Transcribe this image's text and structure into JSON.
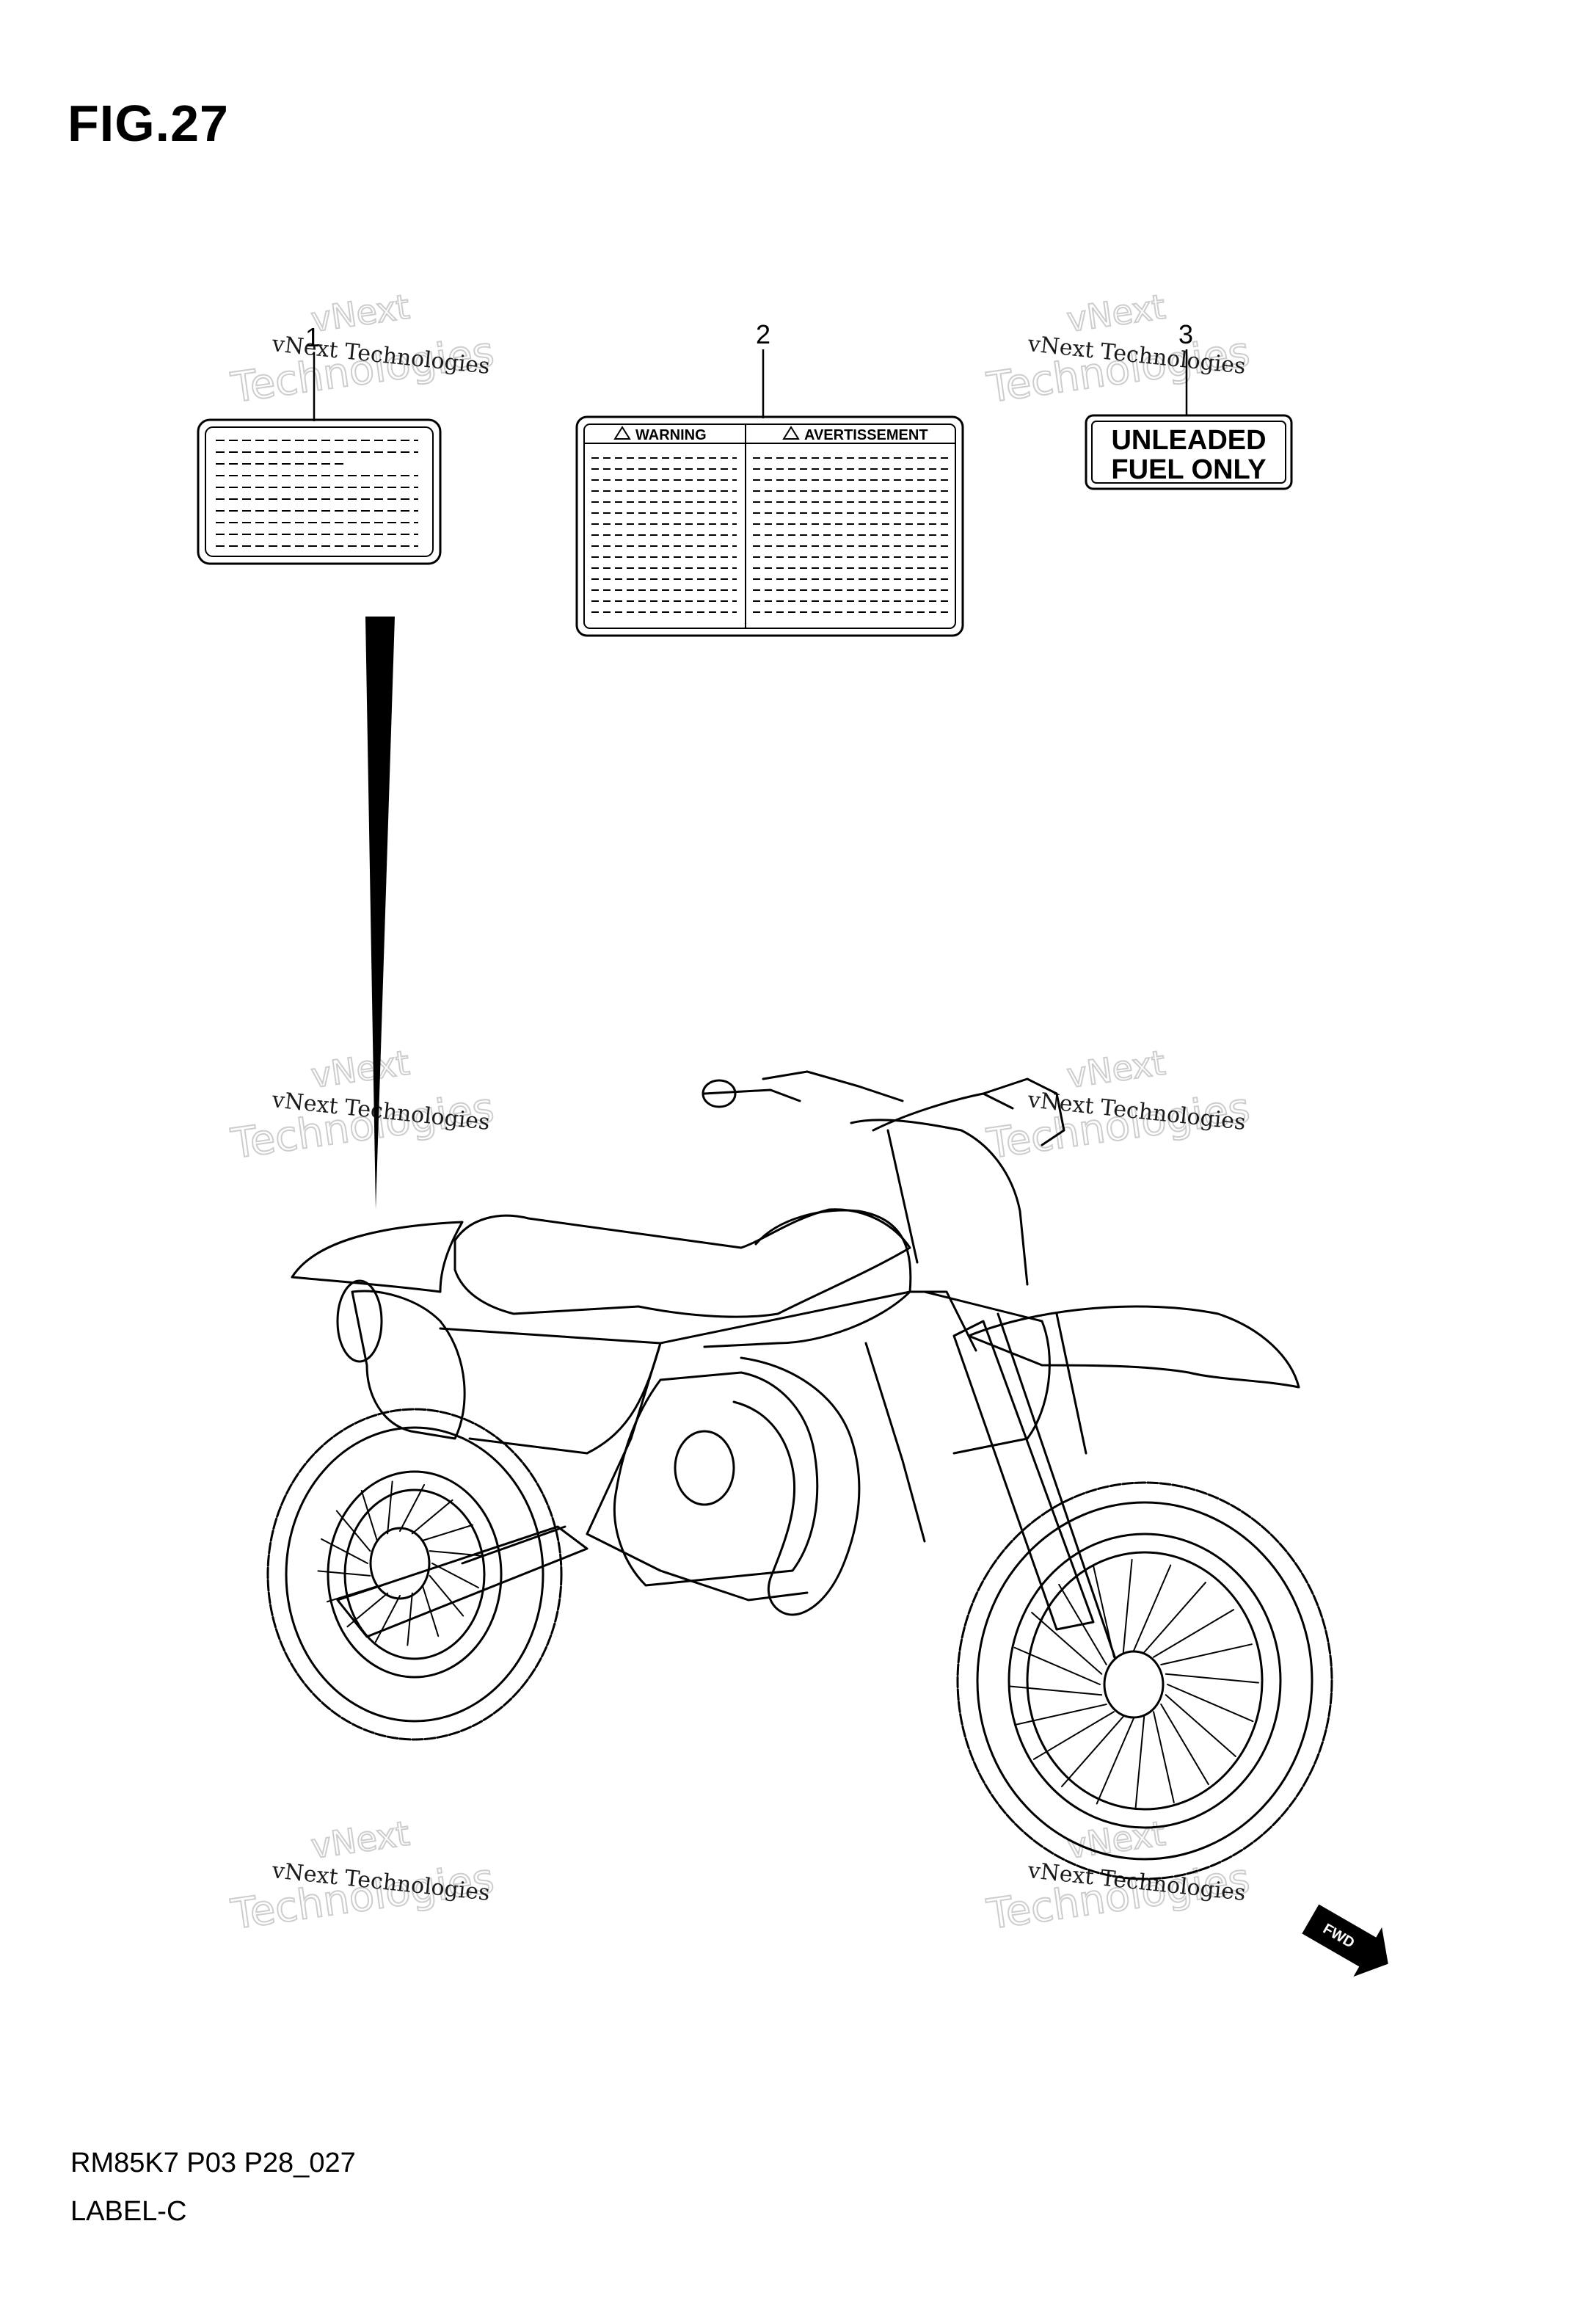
{
  "figure": {
    "title": "FIG.27",
    "code": "RM85K7 P03 P28_027",
    "name": "LABEL-C"
  },
  "callouts": [
    "1",
    "2",
    "3"
  ],
  "labels": {
    "warning_header_left": "WARNING",
    "warning_header_right": "AVERTISSEMENT",
    "fuel_line1": "UNLEADED",
    "fuel_line2": "FUEL ONLY"
  },
  "watermark": {
    "line1": "vNext Technologies",
    "line2": "Technologies",
    "line3": "vNext"
  },
  "direction_marker": "FWD",
  "colors": {
    "ink": "#000000",
    "watermark": "#c8c8c8",
    "background": "#ffffff"
  }
}
